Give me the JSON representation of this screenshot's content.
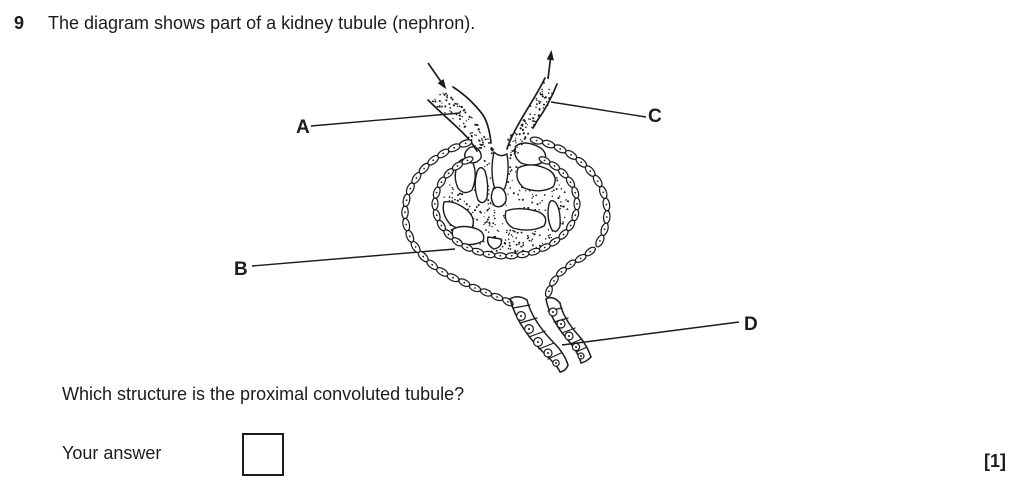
{
  "page": {
    "background": "#ffffff",
    "ink": "#1c1c1c"
  },
  "question": {
    "number": "9",
    "stem": "The diagram shows part of a kidney tubule (nephron).",
    "prompt": "Which structure is the proximal convoluted tubule?",
    "answer_label": "Your answer",
    "answer_value": "",
    "marks": "[1]"
  },
  "diagram": {
    "labels": [
      {
        "id": "A"
      },
      {
        "id": "B"
      },
      {
        "id": "C"
      },
      {
        "id": "D"
      }
    ]
  }
}
